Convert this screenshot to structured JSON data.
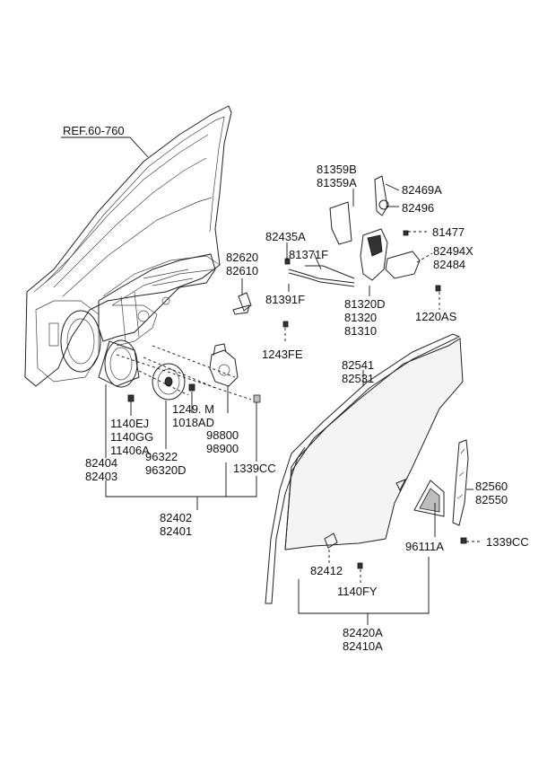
{
  "ref_label": "REF.60-760",
  "labels": {
    "p81359": [
      "81359B",
      "81359A"
    ],
    "p82469A": "82469A",
    "p82496": "82496",
    "p82435A": "82435A",
    "p81477": "81477",
    "p82620": [
      "82620",
      "82610"
    ],
    "p81371F": "81371F",
    "p82494X": [
      "82494X",
      "82484"
    ],
    "p81391F": "81391F",
    "p81320": [
      "81320D",
      "81320",
      "81310"
    ],
    "p1220AS": "1220AS",
    "p1243FE": "1243FE",
    "p82541": [
      "82541",
      "82531"
    ],
    "p1249": [
      "1249. M",
      "1018AD"
    ],
    "p98800": [
      "98800",
      "98900"
    ],
    "p1140": [
      "1140EJ",
      "1140GG",
      "11406A"
    ],
    "p96322": [
      "96322",
      "96320D"
    ],
    "p82404": [
      "82404",
      "82403"
    ],
    "p1339CC_a": "1339CC",
    "p82560": [
      "82560",
      "82550"
    ],
    "p82402": [
      "82402",
      "82401"
    ],
    "p96111A": "96111A",
    "p1339CC_b": "1339CC",
    "p82412": "82412",
    "p1140FY": "1140FY",
    "p82420A": [
      "82420A",
      "82410A"
    ]
  }
}
